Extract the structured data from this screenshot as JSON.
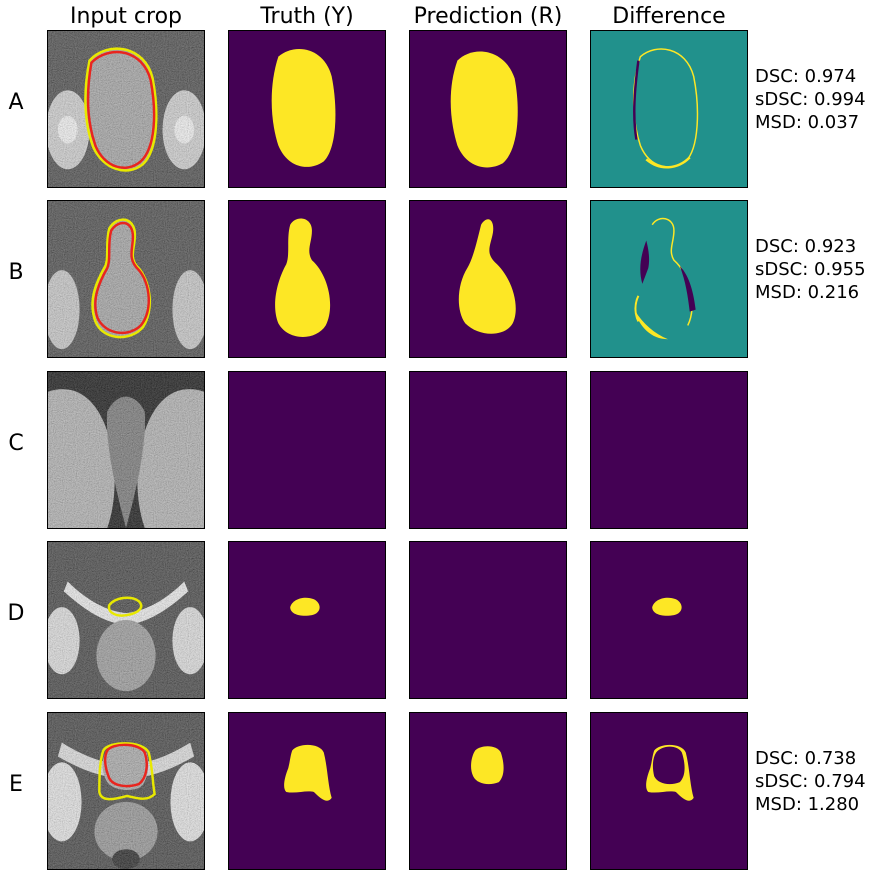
{
  "columns": [
    "Input crop",
    "Truth (Y)",
    "Prediction (R)",
    "Difference"
  ],
  "colors": {
    "background": "#440154",
    "foreground": "#fde725",
    "diff_neutral": "#21918c",
    "truth_contour": "#e8e800",
    "prediction_contour": "#e8251f"
  },
  "rows": [
    {
      "label": "A",
      "metrics": {
        "dsc": "DSC: 0.974",
        "sdsc": "sDSC: 0.994",
        "msd": "MSD: 0.037"
      }
    },
    {
      "label": "B",
      "metrics": {
        "dsc": "DSC: 0.923",
        "sdsc": "sDSC: 0.955",
        "msd": "MSD: 0.216"
      }
    },
    {
      "label": "C"
    },
    {
      "label": "D"
    },
    {
      "label": "E",
      "metrics": {
        "dsc": "DSC: 0.738",
        "sdsc": "sDSC: 0.794",
        "msd": "MSD: 1.280"
      }
    }
  ]
}
